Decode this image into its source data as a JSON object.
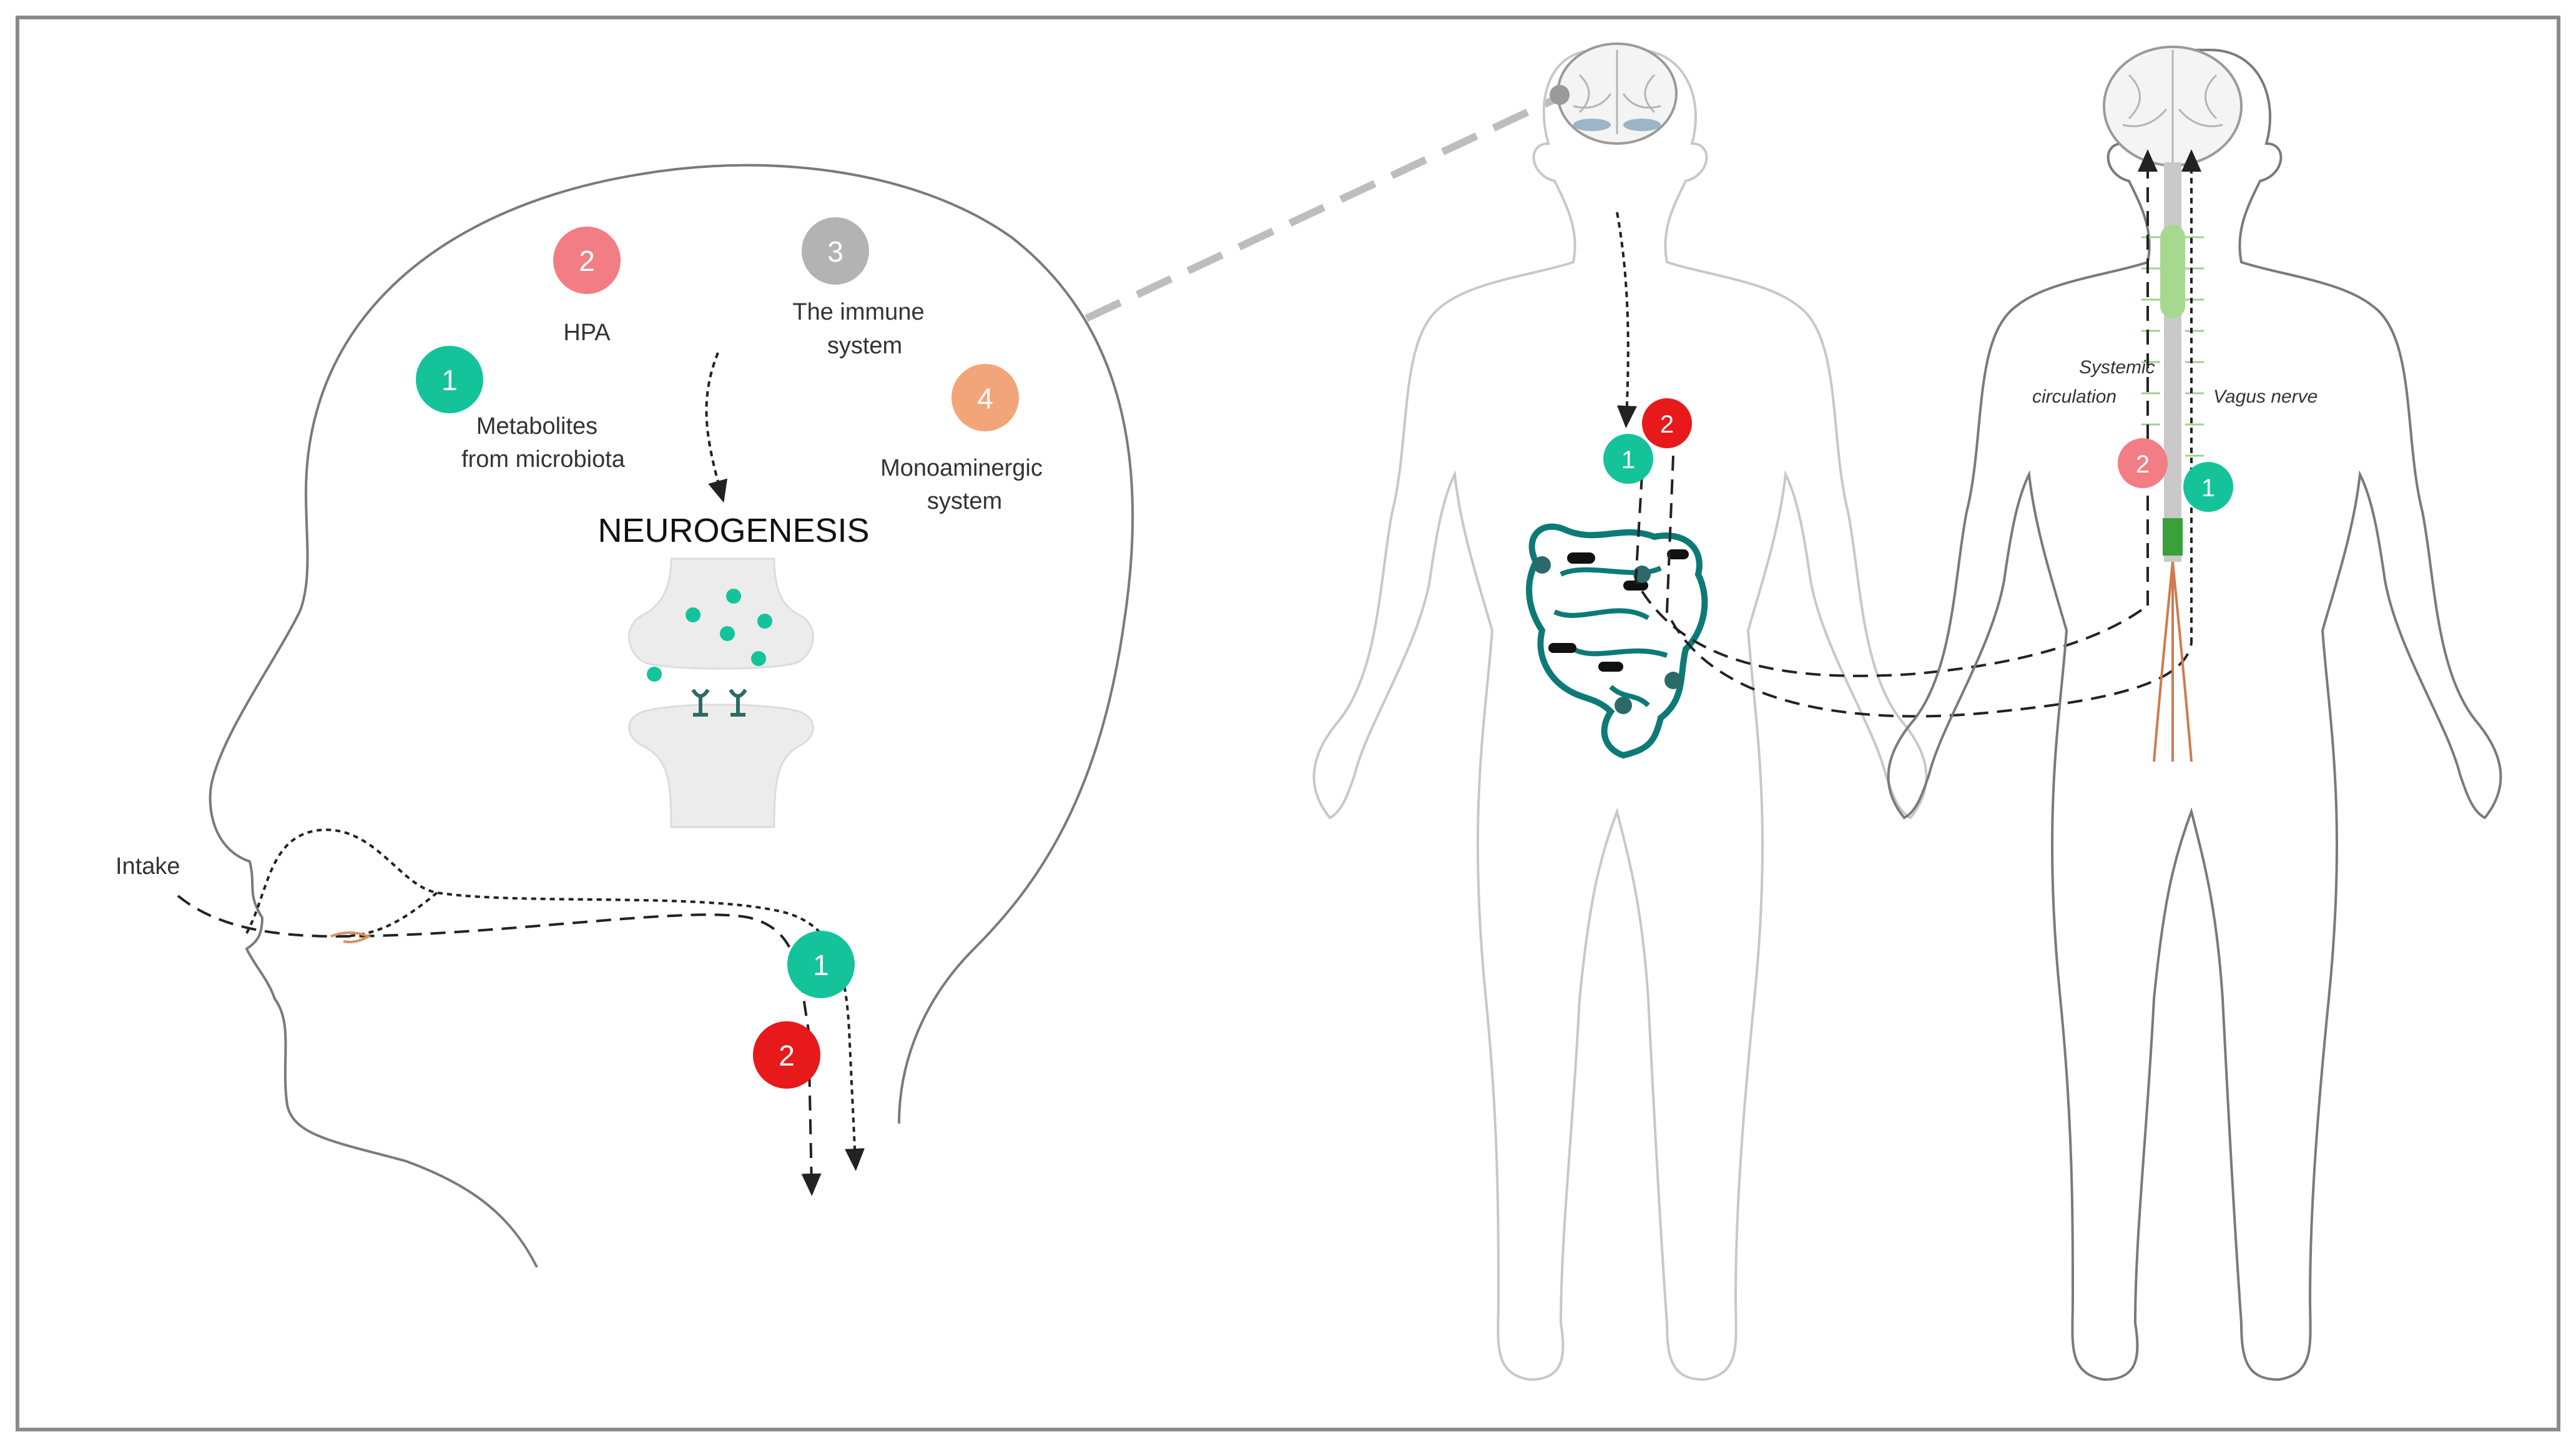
{
  "colors": {
    "teal": "#15c39a",
    "red": "#e8191b",
    "pink": "#f27d84",
    "gray": "#b3b3b3",
    "orange": "#f3a57a",
    "gut": "#0d7a77",
    "outline": "#7a7a7a"
  },
  "head_panel": {
    "factors": [
      {
        "number": "1",
        "label_lines": [
          "Metabolites",
          "from microbiota"
        ],
        "color": "teal"
      },
      {
        "number": "2",
        "label_lines": [
          "HPA"
        ],
        "color": "pink"
      },
      {
        "number": "3",
        "label_lines": [
          "The immune",
          "system"
        ],
        "color": "gray"
      },
      {
        "number": "4",
        "label_lines": [
          "Monoaminergic",
          "system"
        ],
        "color": "orange"
      }
    ],
    "neurogenesis_title": "NEUROGENESIS",
    "intake_label": "Intake",
    "route_badges": [
      {
        "number": "1",
        "color": "teal"
      },
      {
        "number": "2",
        "color": "red"
      }
    ]
  },
  "front_body_panel": {
    "badges": [
      {
        "number": "1",
        "color": "teal"
      },
      {
        "number": "2",
        "color": "red"
      }
    ]
  },
  "back_body_panel": {
    "systemic_label_lines": [
      "Systemic",
      "circulation"
    ],
    "vagus_label": "Vagus nerve",
    "badges": [
      {
        "number": "2",
        "color": "pink"
      },
      {
        "number": "1",
        "color": "teal"
      }
    ]
  }
}
